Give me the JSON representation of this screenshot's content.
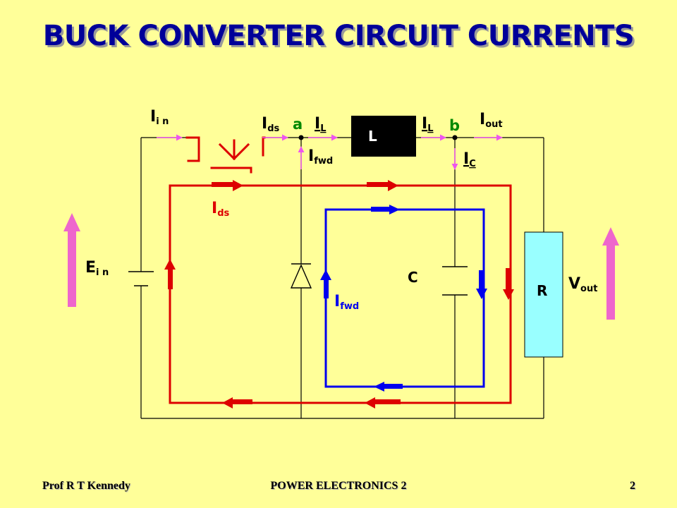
{
  "slide": {
    "title": "BUCK CONVERTER CIRCUIT CURRENTS",
    "footer_left": "Prof R T Kennedy",
    "footer_center": "POWER ELECTRONICS 2",
    "page_number": "2"
  },
  "colors": {
    "background": "#FFFF99",
    "title": "#000099",
    "wire": "#000000",
    "switch_current": "#DD0000",
    "freewheel_current": "#0000EE",
    "terminal_current": "#EE55EE",
    "resistor_fill": "#99FFFF",
    "node_label": "#008800"
  },
  "components": {
    "inductor": "L",
    "capacitor": "C",
    "resistor": "R",
    "source": {
      "main": "E",
      "sub": "i n"
    },
    "output": {
      "main": "V",
      "sub": "out"
    }
  },
  "nodes": {
    "a": "a",
    "b": "b"
  },
  "currents": {
    "i_in": {
      "main": "I",
      "sub": "i n"
    },
    "i_ds": {
      "main": "I",
      "sub": "ds"
    },
    "i_L": {
      "main": "I",
      "sub": "L"
    },
    "i_out": {
      "main": "I",
      "sub": "out"
    },
    "i_fwd": {
      "main": "I",
      "sub": "fwd"
    },
    "i_C": {
      "main": "I",
      "sub": "C"
    }
  }
}
